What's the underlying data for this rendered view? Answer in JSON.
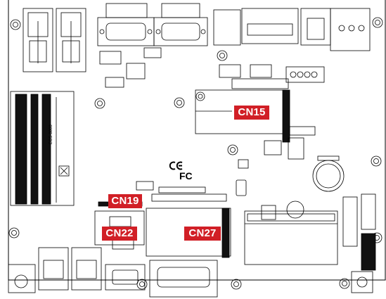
{
  "labels": {
    "cn15": "CN15",
    "cn19": "CN19",
    "cn22": "CN22",
    "cn27": "CN27"
  },
  "marks": {
    "ce": "CE",
    "fc": "FC",
    "silkscreen": "ECS-8000"
  },
  "colors": {
    "label_bg": "#d11f26",
    "label_text": "#ffffff",
    "line": "#000000"
  }
}
